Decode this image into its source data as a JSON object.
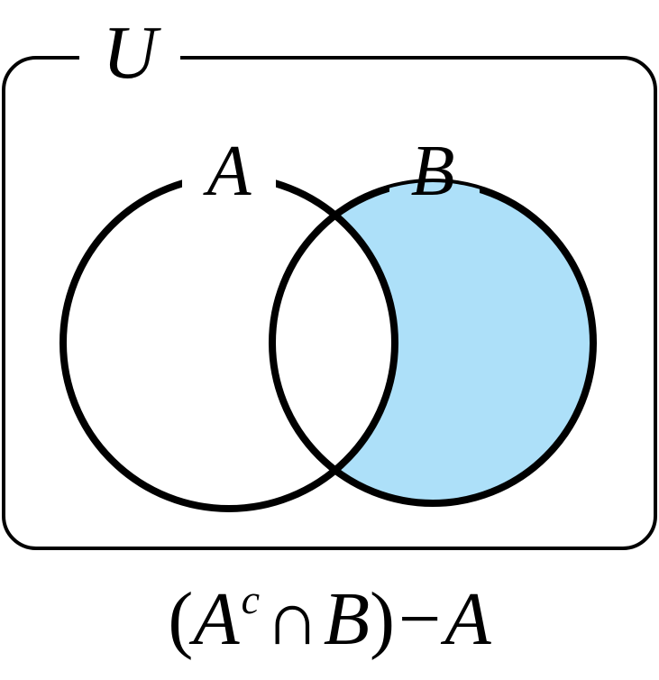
{
  "diagram": {
    "universe_label": "U",
    "set_a_label": "A",
    "set_b_label": "B",
    "shaded_region": "B minus A",
    "shade_color": "#ade0f9",
    "stroke_color": "#000000"
  },
  "expression": {
    "open_paren": "(",
    "a": "A",
    "complement": "c",
    "intersect": "∩",
    "b": "B",
    "close_paren": ")",
    "minus": "−",
    "a2": "A"
  }
}
